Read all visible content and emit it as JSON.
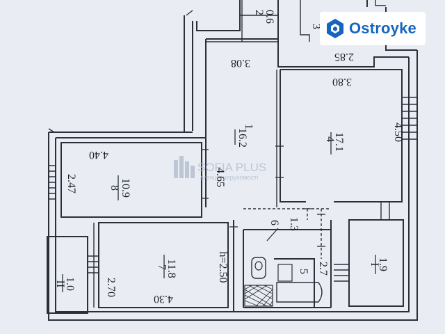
{
  "logo": {
    "text": "Ostroyke",
    "color": "#1565c0",
    "icon": "ostroyke-logo-icon"
  },
  "watermark": {
    "name": "SOFIA PLUS",
    "subtitle": "агенція нерухомості"
  },
  "rooms": [
    {
      "number": "1",
      "area": "16.2",
      "width": "3.08",
      "height": "4.65"
    },
    {
      "number": "2",
      "area": "0.6"
    },
    {
      "number": "3"
    },
    {
      "number": "4",
      "area": "17.1",
      "width": "3.80",
      "height": "4.50",
      "extra": "2.85"
    },
    {
      "number": "5",
      "dim": "2.7"
    },
    {
      "number": "6",
      "dim": "1.3"
    },
    {
      "number": "7",
      "area": "11.8",
      "width": "4.30",
      "height": "2.70",
      "ceiling": "h=2.50"
    },
    {
      "number": "8",
      "area": "10.9",
      "width": "4.40",
      "height": "2.47"
    },
    {
      "number": "I",
      "area": "1.9"
    },
    {
      "number": "II",
      "area": "1.0"
    }
  ]
}
